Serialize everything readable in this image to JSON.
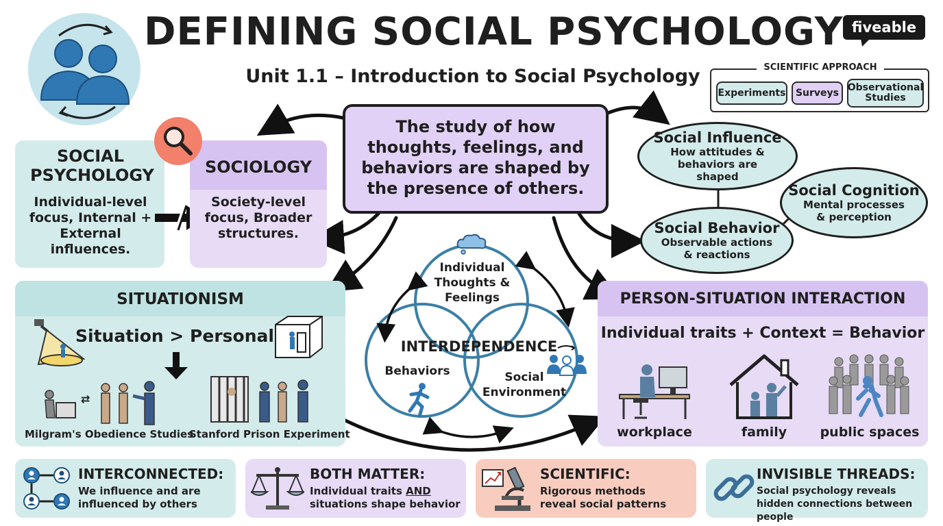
{
  "header": {
    "title": "DEFINING SOCIAL PSYCHOLOGY",
    "subtitle": "Unit 1.1 – Introduction to Social Psychology",
    "brand": "fiveable",
    "brand_color": "#1a1a1a"
  },
  "scientific_approach": {
    "heading": "SCIENTIFIC APPROACH",
    "methods": [
      "Experiments",
      "Surveys",
      "Observational Studies"
    ]
  },
  "definition": "The study of how thoughts, feelings, and behaviors are shaped by the presence of others.",
  "social_psychology": {
    "title": "SOCIAL PSYCHOLOGY",
    "description": "Individual-level focus, Internal + External influences."
  },
  "sociology": {
    "title": "SOCIOLOGY",
    "description": "Society-level focus, Broader structures."
  },
  "concepts": [
    {
      "title": "Social Influence",
      "description": "How attitudes & behaviors are shaped"
    },
    {
      "title": "Social Cognition",
      "description": "Mental processes & perception"
    },
    {
      "title": "Social Behavior",
      "description": "Observable actions & reactions"
    }
  ],
  "situationism": {
    "title": "SITUATIONISM",
    "claim": "Situation > Personality",
    "studies": [
      "Milgram's Obedience Studies",
      "Stanford Prison Experiment"
    ]
  },
  "interdependence": {
    "title": "INTERDEPENDENCE",
    "circles": [
      "Individual Thoughts & Feelings",
      "Behaviors",
      "Social Environment"
    ]
  },
  "person_situation": {
    "title": "PERSON-SITUATION INTERACTION",
    "equation": "Individual traits + Context = Behavior",
    "settings": [
      "workplace",
      "family",
      "public spaces"
    ]
  },
  "footer": [
    {
      "title": "INTERCONNECTED:",
      "description": "We influence and are influenced by others",
      "icon": "connected-people-icon"
    },
    {
      "title": "BOTH MATTER:",
      "description_pre": "Individual traits ",
      "description_em": "AND",
      "description_post": " situations shape behavior",
      "icon": "balance-scale-icon"
    },
    {
      "title": "SCIENTIFIC:",
      "description": "Rigorous methods reveal social patterns",
      "icon": "microscope-icon"
    },
    {
      "title": "INVISIBLE THREADS:",
      "description": "Social psychology reveals hidden connections between people",
      "icon": "chain-link-icon"
    }
  ],
  "colors": {
    "teal_panel": "#d3eceb",
    "lavender_panel": "#e7dbf6",
    "salmon_panel": "#f8cdbf",
    "figure_blue": "#2f78b4",
    "circle_stroke": "#3b7fa6"
  }
}
